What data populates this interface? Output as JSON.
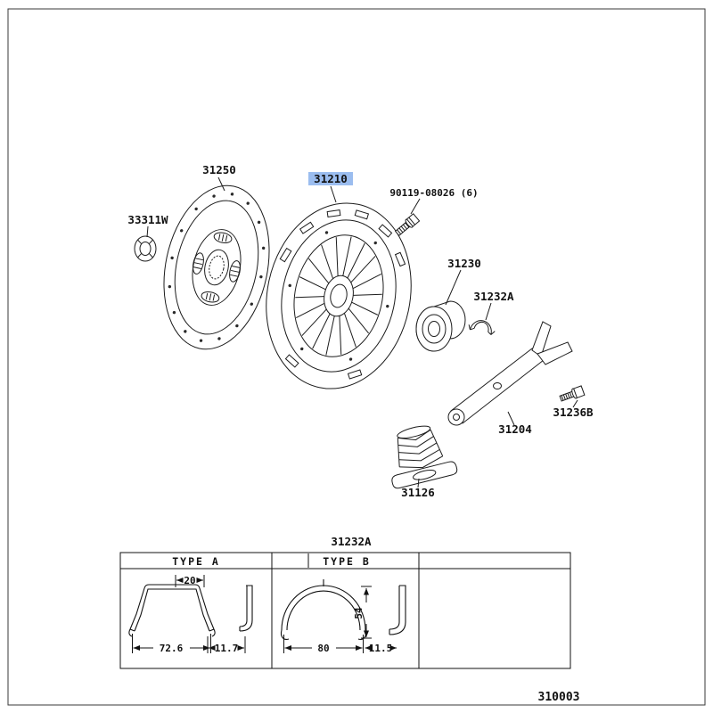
{
  "highlight": {
    "color": "#9bbdef"
  },
  "parts": {
    "p33311w": {
      "label": "33311W"
    },
    "p31250": {
      "label": "31250"
    },
    "p31210": {
      "label": "31210"
    },
    "p90119": {
      "label": "90119-08026 (6)"
    },
    "p31230": {
      "label": "31230"
    },
    "p31232a": {
      "label": "31232A"
    },
    "p31204": {
      "label": "31204"
    },
    "p31236b": {
      "label": "31236B"
    },
    "p31126": {
      "label": "31126"
    }
  },
  "table": {
    "title": "31232A",
    "type_a": {
      "header": "TYPE A",
      "dim_offset": "20",
      "dim_width": "72.6",
      "dim_hook": "11.7"
    },
    "type_b": {
      "header": "TYPE B",
      "dim_width": "80",
      "dim_height": "54",
      "dim_hook": "11.5"
    }
  },
  "footer": {
    "figure_number": "310003"
  }
}
